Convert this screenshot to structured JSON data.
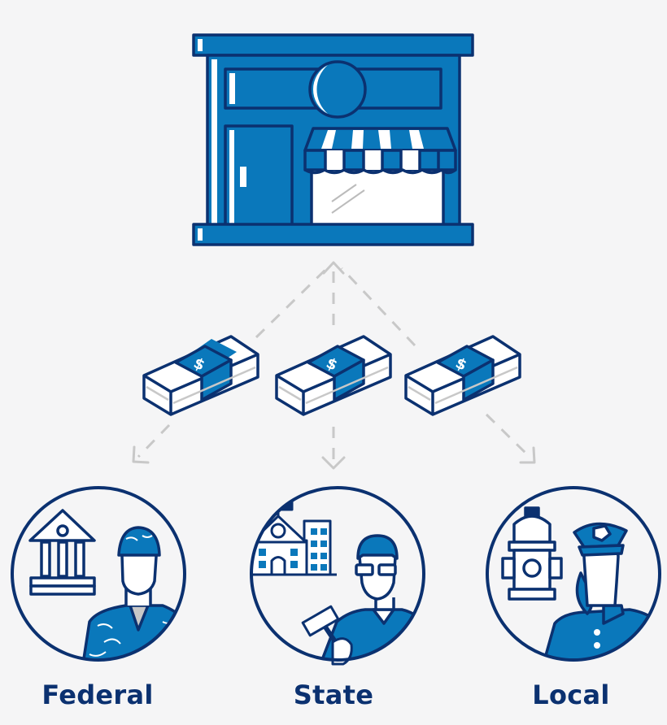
{
  "diagram": {
    "type": "flow",
    "description": "Business pays taxes that flow to federal, state and local government",
    "colors": {
      "primary_blue": "#0a78bb",
      "outline_navy": "#0b3170",
      "arrow_gray": "#c8c8c8",
      "background": "#f5f5f6",
      "white": "#ffffff"
    },
    "source": {
      "name": "storefront",
      "icon": "storefront-icon"
    },
    "intermediate": [
      {
        "name": "money-stack-1",
        "icon": "money-stack-icon",
        "symbol": "$"
      },
      {
        "name": "money-stack-2",
        "icon": "money-stack-icon",
        "symbol": "$"
      },
      {
        "name": "money-stack-3",
        "icon": "money-stack-icon",
        "symbol": "$"
      }
    ],
    "destinations": [
      {
        "label": "Federal",
        "icons": [
          "government-building-icon",
          "soldier-icon"
        ]
      },
      {
        "label": "State",
        "icons": [
          "school-building-icon",
          "judge-icon",
          "gavel-icon"
        ]
      },
      {
        "label": "Local",
        "icons": [
          "fire-hydrant-icon",
          "police-officer-icon"
        ]
      }
    ],
    "edges": [
      {
        "from": "money-stack-1",
        "to": "storefront",
        "style": "dashed"
      },
      {
        "from": "money-stack-2",
        "to": "storefront",
        "style": "dashed"
      },
      {
        "from": "money-stack-3",
        "to": "storefront",
        "style": "dashed"
      },
      {
        "from": "money-stack-1",
        "to": "Federal",
        "style": "dashed"
      },
      {
        "from": "money-stack-2",
        "to": "State",
        "style": "dashed"
      },
      {
        "from": "money-stack-3",
        "to": "Local",
        "style": "dashed"
      }
    ]
  }
}
